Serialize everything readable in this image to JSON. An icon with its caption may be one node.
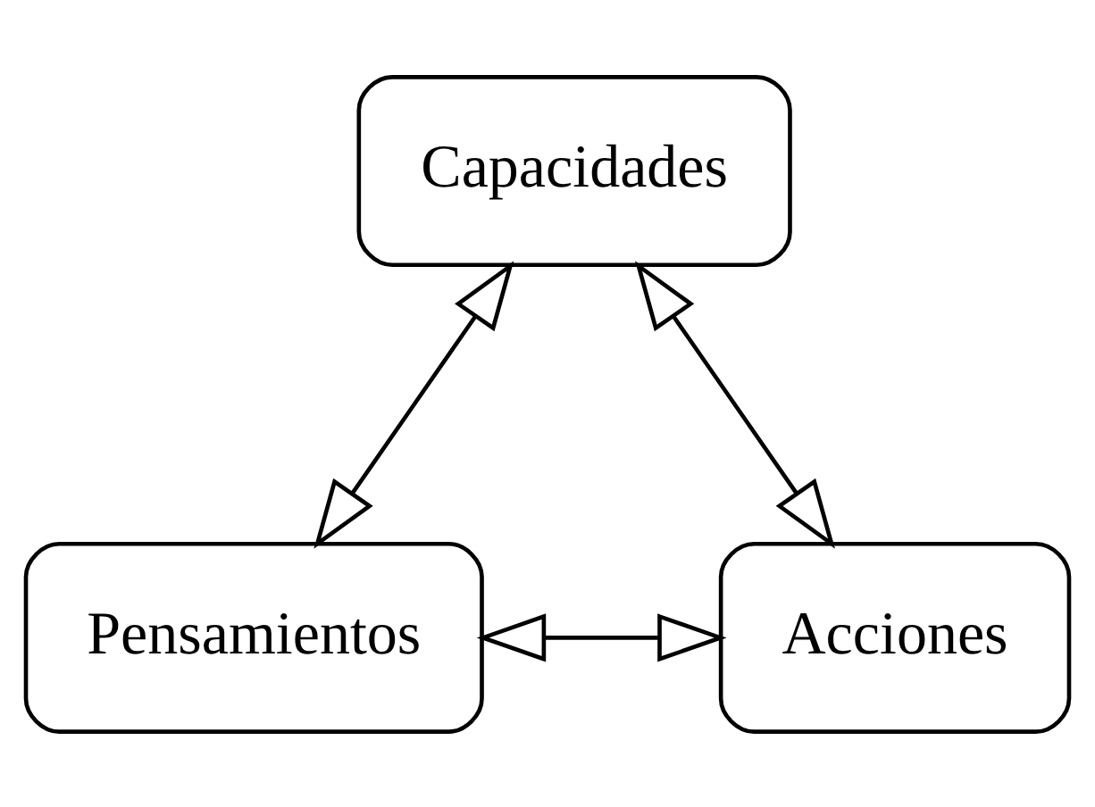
{
  "diagram": {
    "nodes": [
      {
        "text": [
          "Capacidades"
        ]
      },
      {
        "text": [
          "Pensamientos"
        ]
      },
      {
        "text": [
          "Acciones"
        ]
      }
    ],
    "edges": [
      {
        "from": 0,
        "to": 1,
        "arrow": "both"
      },
      {
        "from": 0,
        "to": 2,
        "arrow": "both"
      },
      {
        "from": 1,
        "to": 2,
        "arrow": "both"
      }
    ]
  }
}
